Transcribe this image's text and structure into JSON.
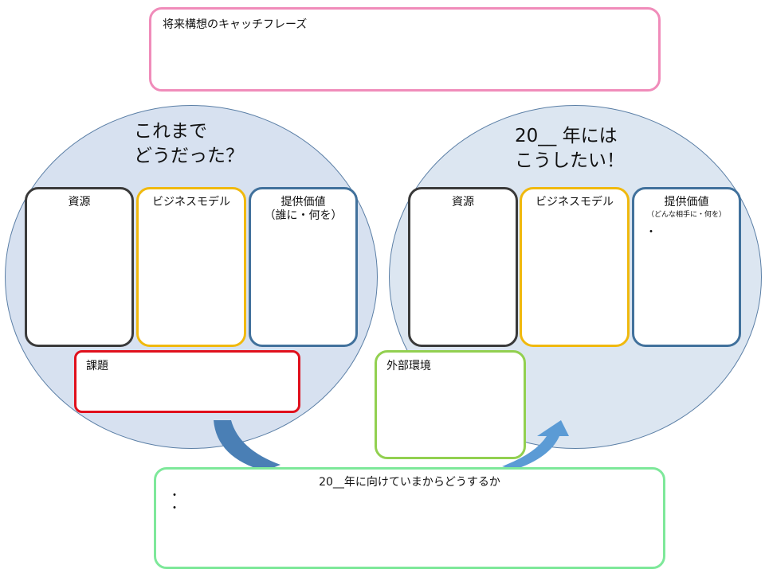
{
  "catchphrase": {
    "label": "将来構想のキャッチフレーズ"
  },
  "left": {
    "heading": "これまで\nどうだった？",
    "resources_label": "資源",
    "business_model_label": "ビジネスモデル",
    "value_label": "提供価値",
    "value_sublabel": "（誰に・何を）",
    "issues_label": "課題"
  },
  "right": {
    "heading": "20__ 年には\nこうしたい！",
    "resources_label": "資源",
    "business_model_label": "ビジネスモデル",
    "value_label": "提供価値",
    "value_sublabel": "（どんな相手に・何を）",
    "value_bullet": "・"
  },
  "external_env": {
    "label": "外部環境"
  },
  "action": {
    "label": "20__年に向けていまからどうするか",
    "bullets": [
      "・",
      "・"
    ]
  },
  "colors": {
    "catchphrase_border": "#f08cba",
    "dark_border": "#3a3a3a",
    "yellow_border": "#f0b90e",
    "blue_border": "#41719c",
    "red_border": "#e0101c",
    "green_border": "#92d050",
    "light_green_border": "#7ee89a",
    "ellipse_fill": "#d7e1f0",
    "arrow_fill": "#4a7fb5"
  }
}
